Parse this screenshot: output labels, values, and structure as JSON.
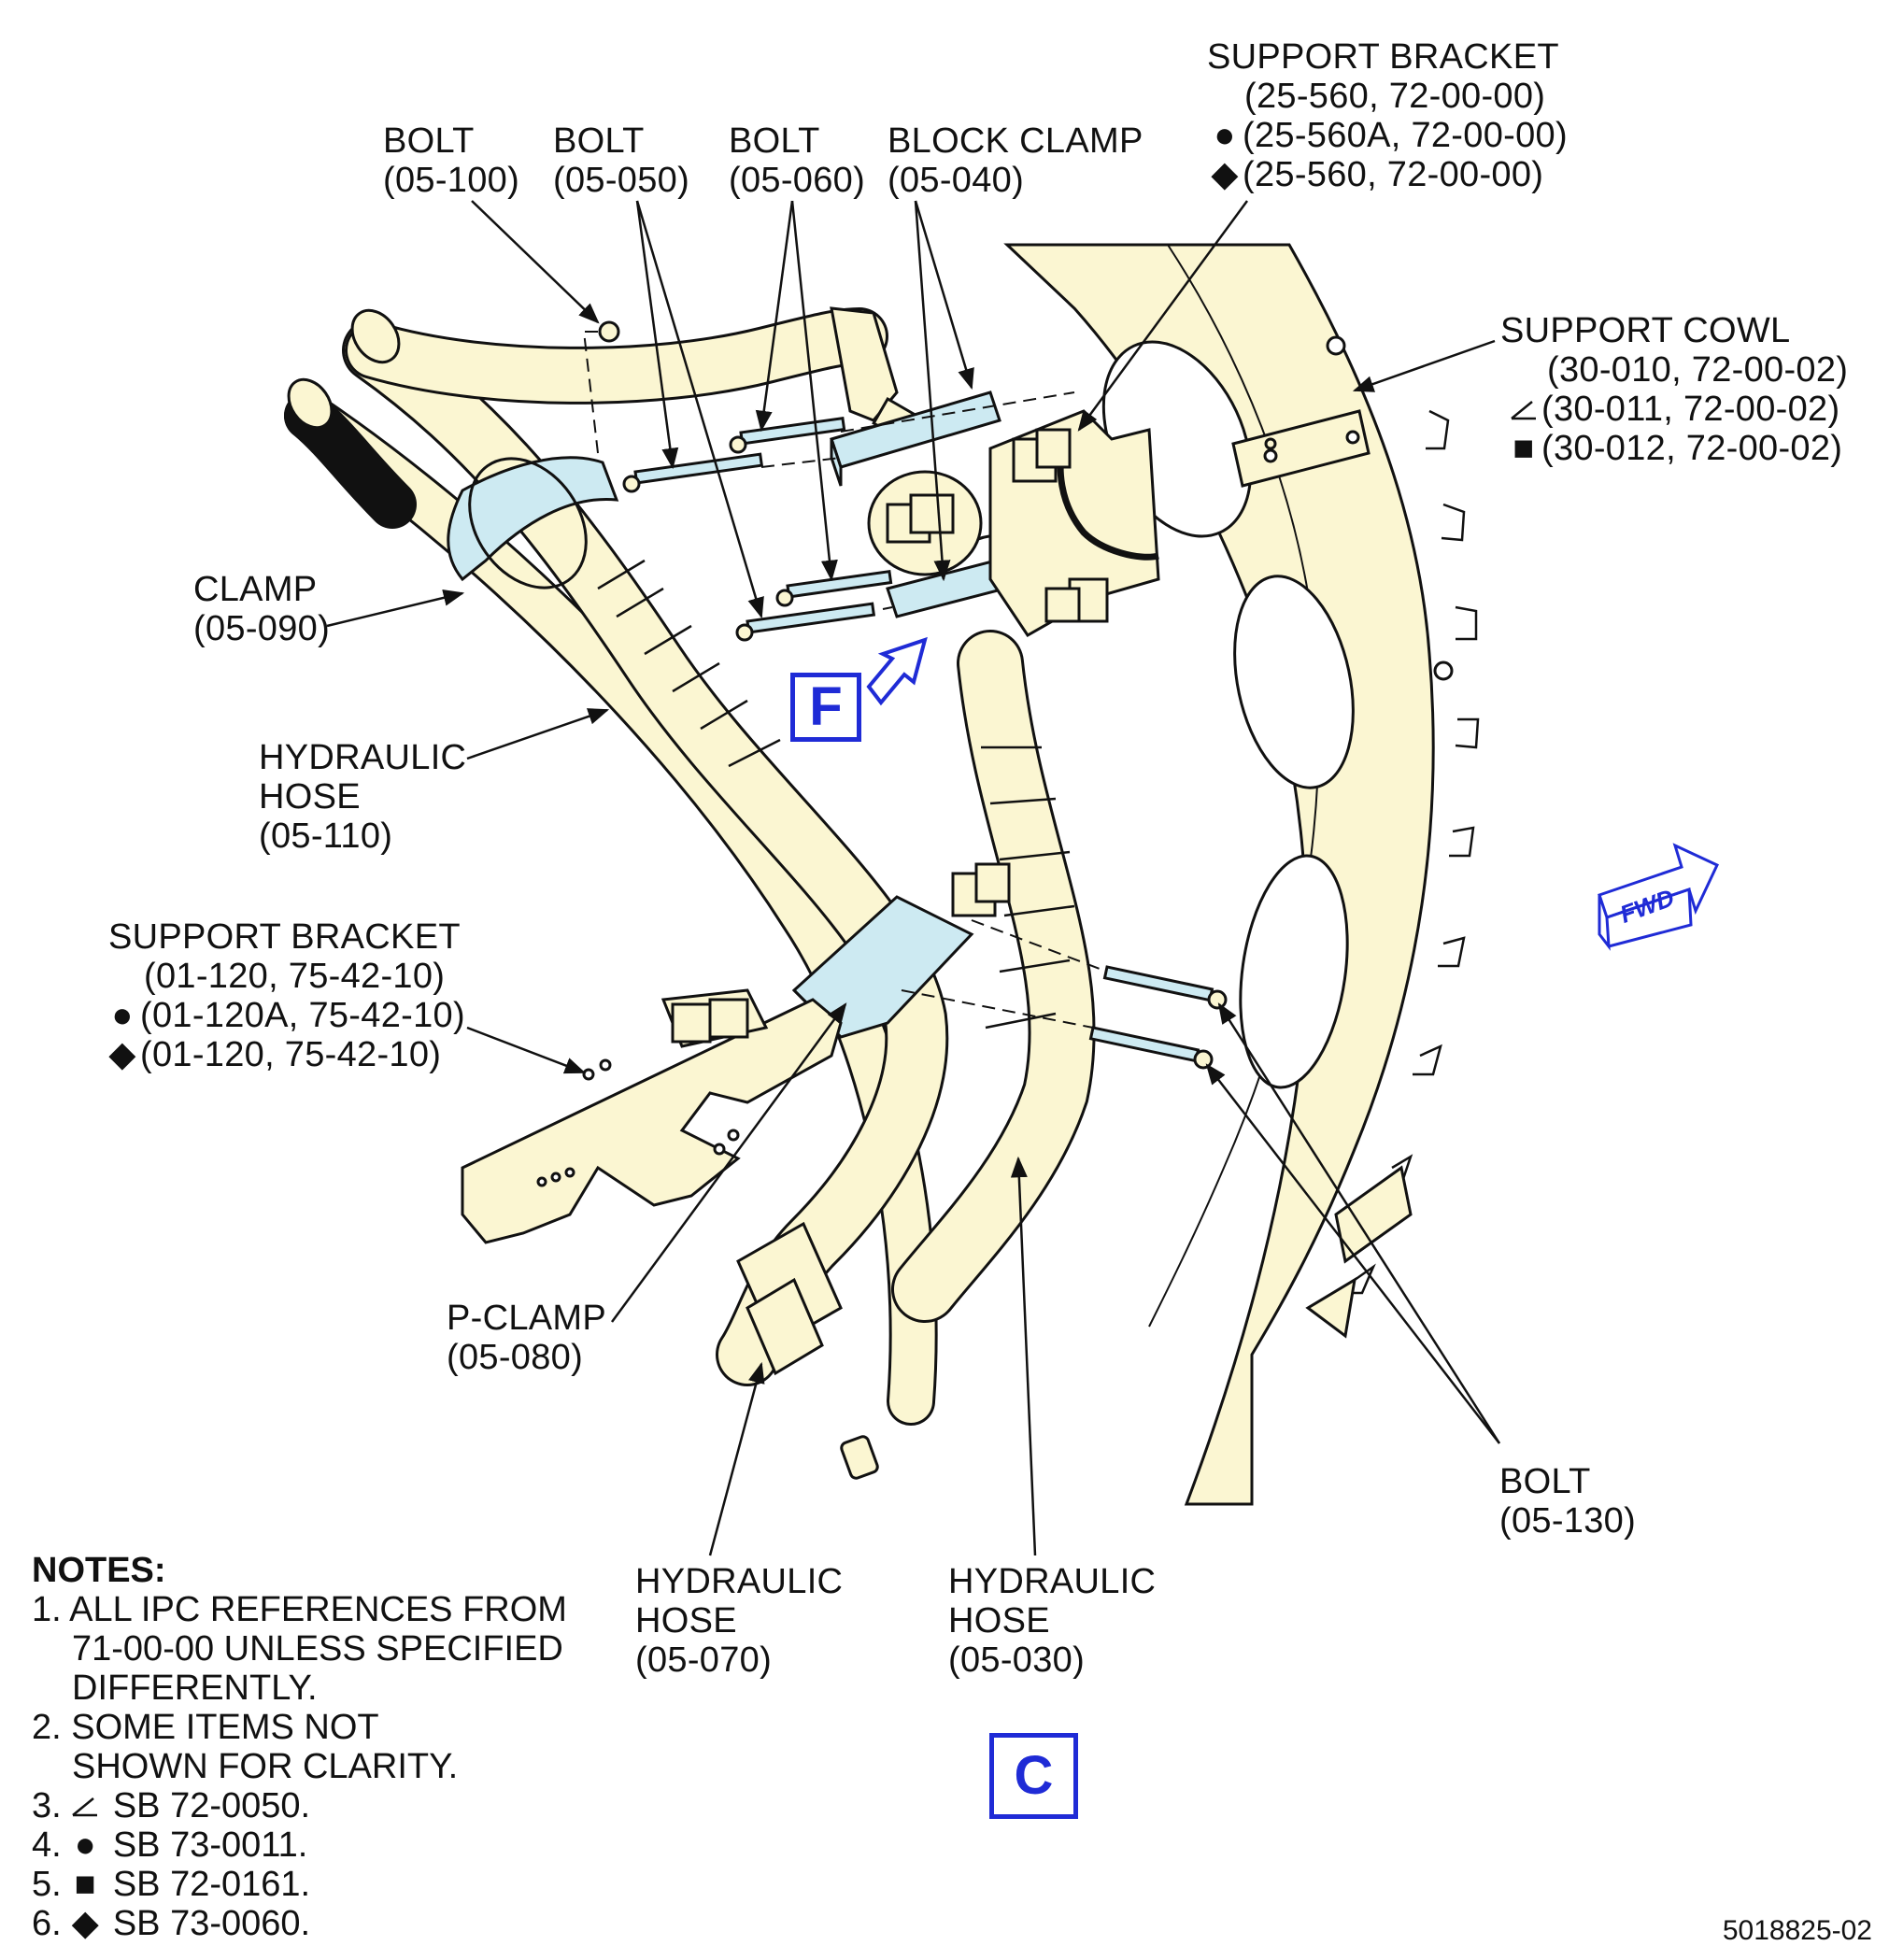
{
  "callouts": {
    "bolt_100": {
      "label": "BOLT",
      "ref": "(05-100)"
    },
    "bolt_050": {
      "label": "BOLT",
      "ref": "(05-050)"
    },
    "bolt_060": {
      "label": "BOLT",
      "ref": "(05-060)"
    },
    "block_clamp": {
      "label": "BLOCK CLAMP",
      "ref": "(05-040)"
    },
    "support_bracket_top": {
      "label": "SUPPORT BRACKET",
      "ref": "(25-560, 72-00-00)",
      "ref_circle": "(25-560A, 72-00-00)",
      "ref_diamond": "(25-560, 72-00-00)"
    },
    "support_cowl": {
      "label": "SUPPORT COWL",
      "ref": "(30-010, 72-00-02)",
      "ref_triangle": "(30-011, 72-00-02)",
      "ref_square": "(30-012, 72-00-02)"
    },
    "clamp": {
      "label": "CLAMP",
      "ref": "(05-090)"
    },
    "hose_110": {
      "line1": "HYDRAULIC",
      "line2": "HOSE",
      "ref": "(05-110)"
    },
    "support_bracket_left": {
      "label": "SUPPORT BRACKET",
      "ref": "(01-120, 75-42-10)",
      "ref_circle": "(01-120A, 75-42-10)",
      "ref_diamond": "(01-120, 75-42-10)"
    },
    "p_clamp": {
      "label": "P-CLAMP",
      "ref": "(05-080)"
    },
    "hose_070": {
      "line1": "HYDRAULIC",
      "line2": "HOSE",
      "ref": "(05-070)"
    },
    "hose_030": {
      "line1": "HYDRAULIC",
      "line2": "HOSE",
      "ref": "(05-030)"
    },
    "bolt_130": {
      "label": "BOLT",
      "ref": "(05-130)"
    }
  },
  "notes": {
    "heading": "NOTES:",
    "n1a": "1. ALL IPC REFERENCES FROM",
    "n1b": "71-00-00 UNLESS SPECIFIED",
    "n1c": "DIFFERENTLY.",
    "n2a": "2. SOME ITEMS NOT",
    "n2b": "SHOWN FOR CLARITY.",
    "n3": "SB 72-0050.",
    "n4": "SB 73-0011.",
    "n5": "SB 72-0161.",
    "n6": "SB 73-0060.",
    "n3_num": "3.",
    "n4_num": "4.",
    "n5_num": "5.",
    "n6_num": "6."
  },
  "view_tags": {
    "f": "F",
    "c": "C"
  },
  "fwd_label": "FWD",
  "doc_number": "5018825-02",
  "colors": {
    "part_fill": "#fbf6d2",
    "highlight_fill": "#cdeaf2",
    "outline": "#111111",
    "accent_blue": "#1f2bd6"
  }
}
